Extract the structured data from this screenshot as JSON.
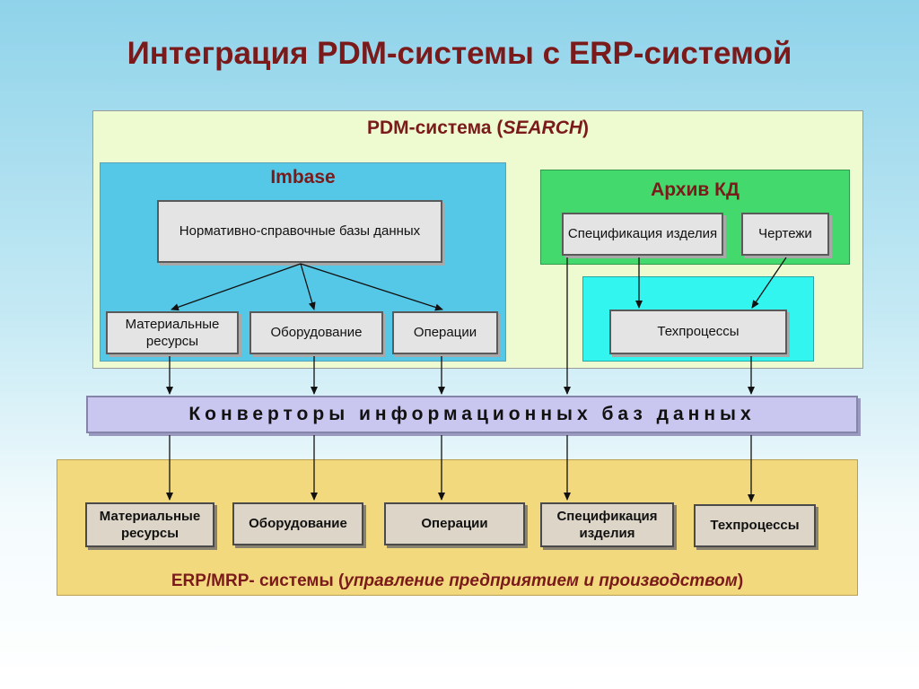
{
  "title": "Интеграция PDM-системы с ERP-системой",
  "pdm": {
    "label": "PDM-система (",
    "label_italic": "SEARCH",
    "label_end": ")",
    "imbase": {
      "label": "Imbase",
      "reference_db": "Нормативно-справочные базы данных",
      "material_resources": "Материальные ресурсы",
      "equipment": "Оборудование",
      "operations": "Операции"
    },
    "archive": {
      "label": "Архив КД",
      "product_spec": "Спецификация изделия",
      "drawings": "Чертежи"
    },
    "tech_processes": "Техпроцессы"
  },
  "converters": "Конверторы информационных баз данных",
  "erp": {
    "material_resources": "Материальные ресурсы",
    "equipment": "Оборудование",
    "operations": "Операции",
    "product_spec": "Спецификация изделия",
    "tech_processes": "Техпроцессы",
    "label": "ERP/MRP- системы (",
    "label_italic": "управление предприятием и производством",
    "label_end": ")"
  }
}
